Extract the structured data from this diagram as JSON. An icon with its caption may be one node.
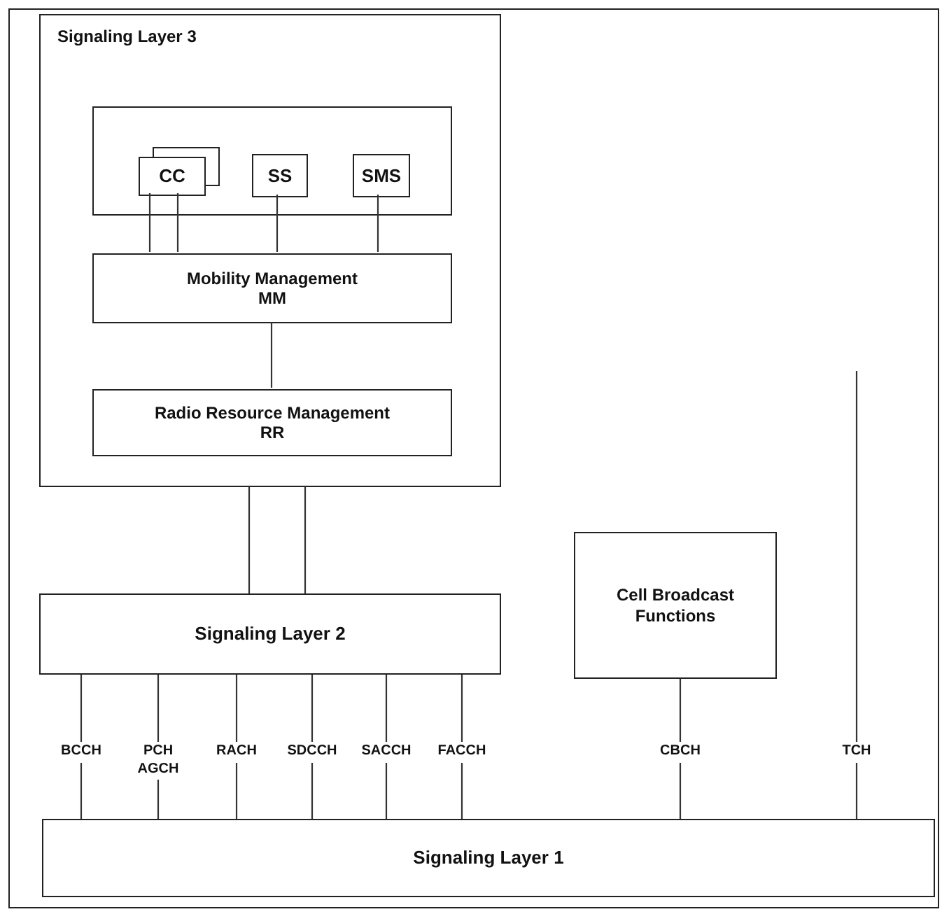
{
  "diagram": {
    "nodes": [
      {
        "text": [
          "Signaling Layer 3"
        ]
      },
      {
        "text": [],
        "shape": "box",
        "in": 0
      },
      {
        "text": [
          "CC"
        ],
        "in": 1
      },
      {
        "text": [
          "SS"
        ],
        "in": 1
      },
      {
        "text": [
          "SMS"
        ],
        "in": 1
      },
      {
        "text": [
          "Mobility Management MM"
        ],
        "in": 0
      },
      {
        "text": [
          "Radio Resource Management RR"
        ],
        "in": 0
      },
      {
        "text": [
          "Signaling Layer 2"
        ]
      },
      {
        "text": [
          "Cell Broadcast Functions"
        ]
      },
      {
        "text": [
          "Signaling Layer 1"
        ]
      }
    ],
    "edges": [
      {
        "from": 2,
        "to": 5,
        "arrow": "none"
      },
      {
        "from": 2,
        "to": 5,
        "arrow": "none"
      },
      {
        "from": 3,
        "to": 5,
        "arrow": "none"
      },
      {
        "from": 4,
        "to": 5,
        "arrow": "none"
      },
      {
        "from": 5,
        "to": 6,
        "arrow": "none"
      },
      {
        "from": 0,
        "to": 7,
        "arrow": "none"
      },
      {
        "from": 0,
        "to": 7,
        "arrow": "none"
      },
      {
        "from": 7,
        "to": 9,
        "arrow": "none",
        "label": "BCCH"
      },
      {
        "from": 7,
        "to": 9,
        "arrow": "none",
        "label": "PCH AGCH"
      },
      {
        "from": 7,
        "to": 9,
        "arrow": "none",
        "label": "RACH"
      },
      {
        "from": 7,
        "to": 9,
        "arrow": "none",
        "label": "SDCCH"
      },
      {
        "from": 7,
        "to": 9,
        "arrow": "none",
        "label": "SACCH"
      },
      {
        "from": 7,
        "to": 9,
        "arrow": "none",
        "label": "FACCH"
      },
      {
        "from": 8,
        "to": 9,
        "arrow": "none",
        "label": "CBCH"
      },
      {
        "from": null,
        "to": 9,
        "arrow": "none",
        "label": "TCH"
      }
    ]
  }
}
